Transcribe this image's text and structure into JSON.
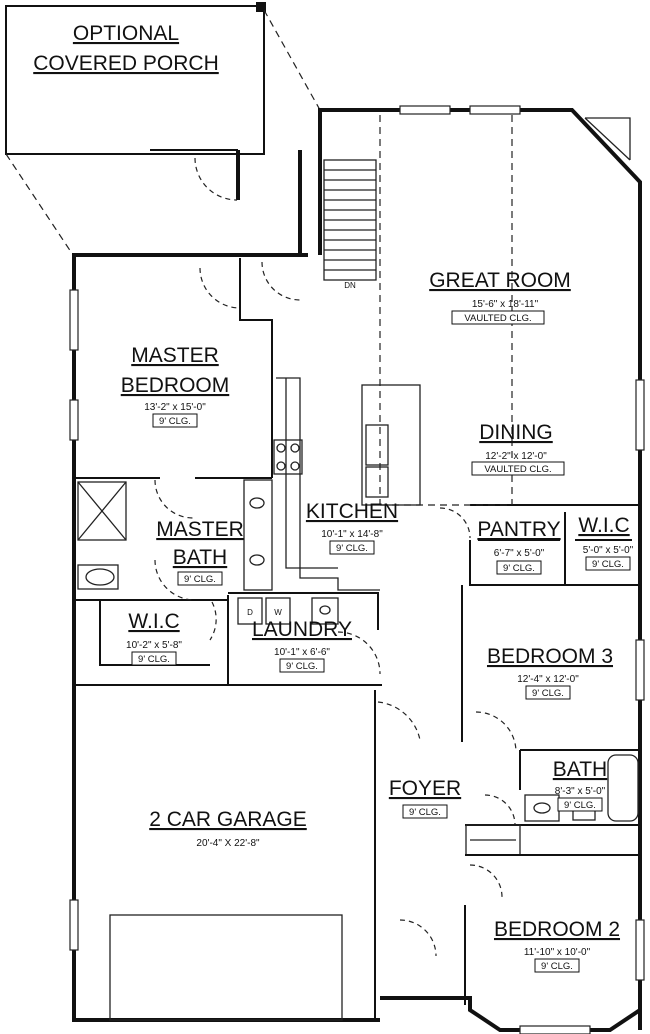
{
  "rooms": {
    "porch": {
      "name": [
        "OPTIONAL",
        "COVERED PORCH"
      ]
    },
    "great": {
      "name": [
        "GREAT ROOM"
      ],
      "dim": "15'-6\" x 18'-11\"",
      "clg": "VAULTED CLG."
    },
    "master": {
      "name": [
        "MASTER",
        "BEDROOM"
      ],
      "dim": "13'-2\" x 15'-0\"",
      "clg": "9' CLG."
    },
    "dining": {
      "name": [
        "DINING"
      ],
      "dim": "12'-2\" x 12'-0\"",
      "clg": "VAULTED CLG."
    },
    "kitchen": {
      "name": [
        "KITCHEN"
      ],
      "dim": "10'-1\" x 14'-8\"",
      "clg": "9' CLG."
    },
    "mbath": {
      "name": [
        "MASTER",
        "BATH"
      ],
      "dim": "",
      "clg": "9' CLG."
    },
    "pantry": {
      "name": [
        "PANTRY"
      ],
      "dim": "6'-7\" x 5'-0\"",
      "clg": "9' CLG."
    },
    "wic2": {
      "name": [
        "W.I.C"
      ],
      "dim": "5'-0\" x 5'-0\"",
      "clg": "9' CLG."
    },
    "wic": {
      "name": [
        "W.I.C"
      ],
      "dim": "10'-2\" x 5'-8\"",
      "clg": "9' CLG."
    },
    "laundry": {
      "name": [
        "LAUNDRY"
      ],
      "dim": "10'-1\" x 6'-6\"",
      "clg": "9' CLG."
    },
    "bed3": {
      "name": [
        "BEDROOM 3"
      ],
      "dim": "12'-4\" x 12'-0\"",
      "clg": "9' CLG."
    },
    "bath": {
      "name": [
        "BATH"
      ],
      "dim": "8'-3\" x 5'-0\"",
      "clg": "9' CLG."
    },
    "foyer": {
      "name": [
        "FOYER"
      ],
      "dim": "",
      "clg": "9' CLG."
    },
    "garage": {
      "name": [
        "2 CAR GARAGE"
      ],
      "dim": "20'-4\" X 22'-8\"",
      "clg": ""
    },
    "bed2": {
      "name": [
        "BEDROOM 2"
      ],
      "dim": "11'-10\" x 10'-0\"",
      "clg": "9' CLG."
    }
  },
  "labels": {
    "stair_dn": "DN",
    "washer": "W",
    "dryer": "D"
  }
}
